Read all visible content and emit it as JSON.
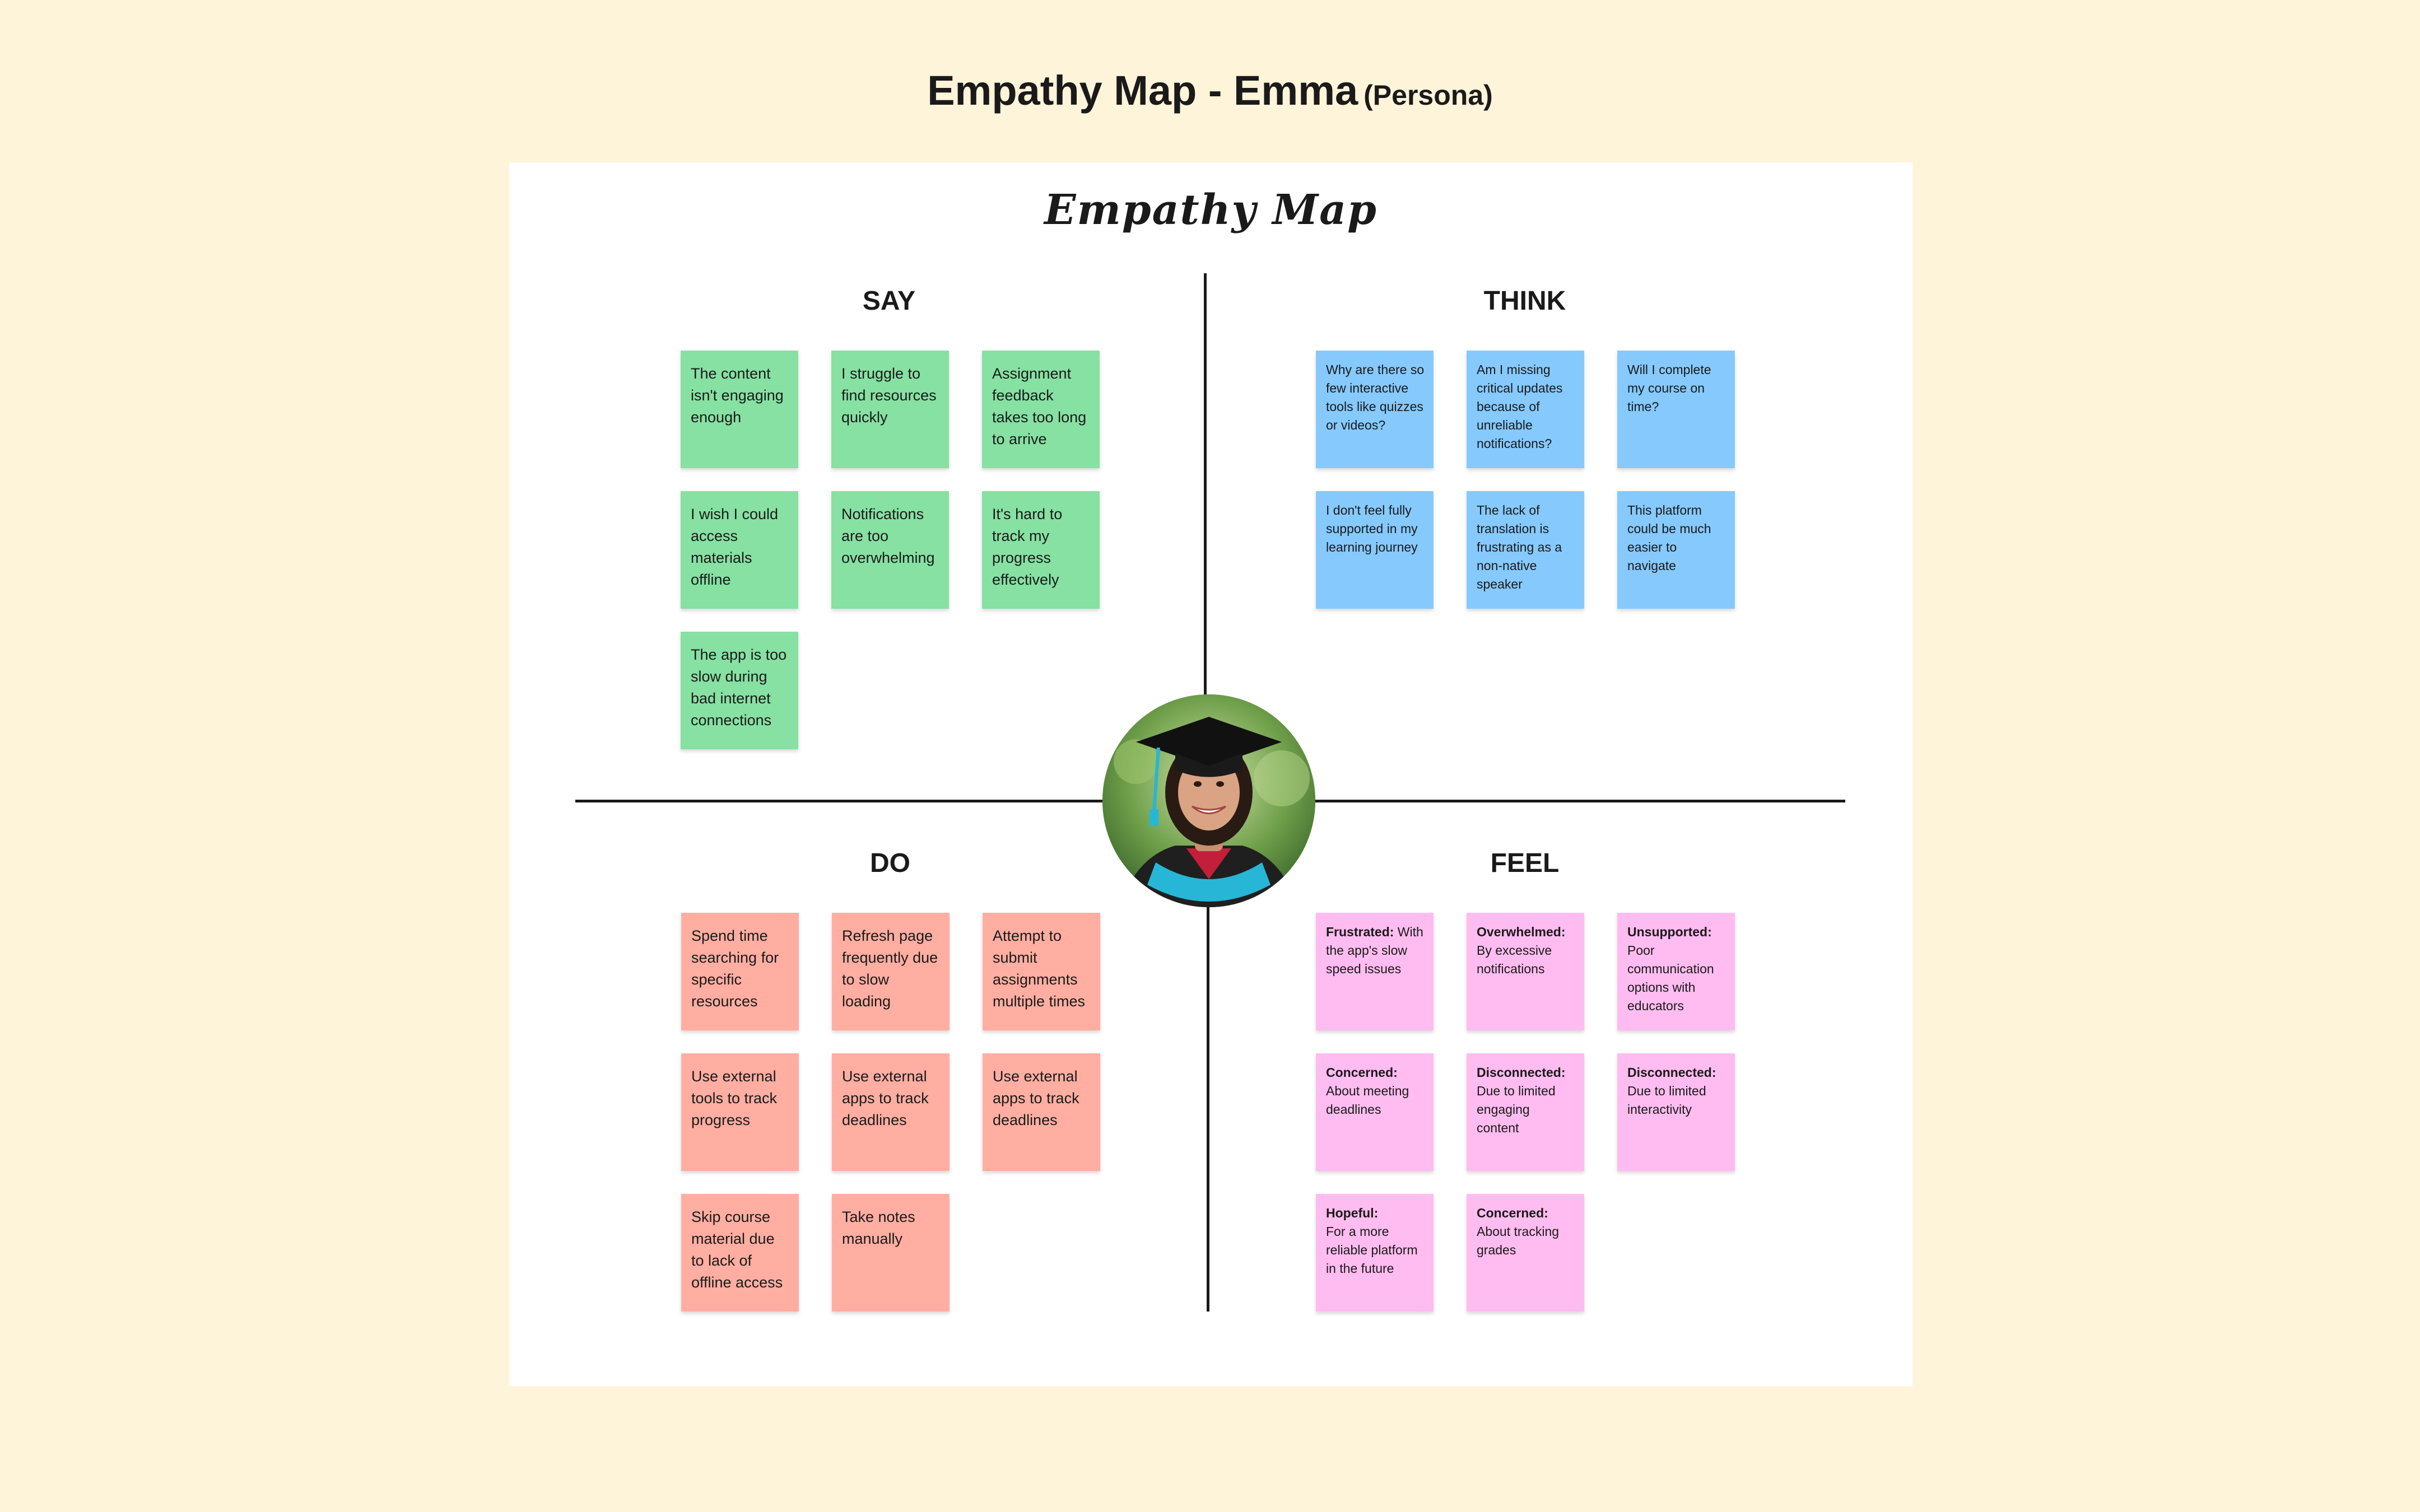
{
  "page": {
    "title": "Empathy Map - Emma",
    "persona": "(Persona)"
  },
  "board": {
    "title": "Empathy Map"
  },
  "quadrants": {
    "say": {
      "title": "SAY",
      "color": "#86E1A2",
      "notes": [
        "The content isn't engaging enough",
        "I struggle to find resources quickly",
        "Assignment feedback takes too long to arrive",
        "I wish I could access materials offline",
        "Notifications are too overwhelming",
        "It's hard to track my progress effectively",
        "The app is too slow during bad internet connections"
      ]
    },
    "think": {
      "title": "THINK",
      "color": "#86C9FD",
      "notes": [
        "Why are there so few interactive tools like quizzes or videos?",
        "Am I missing critical updates because of unreliable notifications?",
        "Will I complete my course on time?",
        "I don't feel fully supported in my learning journey",
        "The lack of translation is frustrating as a non-native speaker",
        "This platform could be much easier to navigate"
      ]
    },
    "do": {
      "title": "DO",
      "color": "#FFAEA1",
      "notes": [
        "Spend time searching for specific resources",
        "Refresh page frequently due to slow loading",
        "Attempt to submit assignments multiple times",
        "Use external tools to track progress",
        "Use external apps to track deadlines",
        "Use external apps to track deadlines",
        "Skip course material due to lack of offline access",
        "Take notes manually"
      ]
    },
    "feel": {
      "title": "FEEL",
      "color": "#FFBCF0",
      "notes": [
        {
          "label": "Frustrated:",
          "text": "With the app's slow speed issues"
        },
        {
          "label": "Overwhelmed:",
          "text": "By excessive notifications"
        },
        {
          "label": "Unsupported:",
          "text": "Poor communication options with educators"
        },
        {
          "label": "Concerned:",
          "text": "About meeting deadlines"
        },
        {
          "label": "Disconnected:",
          "text": "Due to limited engaging content"
        },
        {
          "label": "Disconnected:",
          "text": "Due to limited interactivity"
        },
        {
          "label": "Hopeful:",
          "text": "For a more reliable platform in the future"
        },
        {
          "label": "Concerned:",
          "text": "About tracking grades"
        }
      ]
    }
  },
  "persona_photo": {
    "icon": "graduate-portrait"
  }
}
